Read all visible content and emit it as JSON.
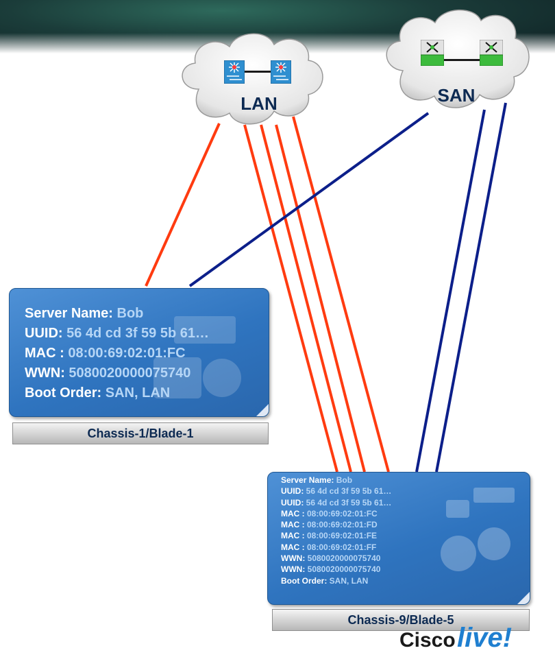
{
  "clouds": {
    "lan": {
      "label": "LAN"
    },
    "san": {
      "label": "SAN"
    }
  },
  "server1": {
    "location": "Chassis-1/Blade-1",
    "rows": [
      {
        "key": "Server Name:",
        "value": " Bob"
      },
      {
        "key": "UUID:",
        "value": " 56 4d cd 3f 59 5b 61…"
      },
      {
        "key": "MAC :",
        "value": " 08:00:69:02:01:FC"
      },
      {
        "key": "WWN:",
        "value": " 5080020000075740"
      },
      {
        "key": "Boot Order:",
        "value": " SAN, LAN"
      }
    ]
  },
  "server2": {
    "location": "Chassis-9/Blade-5",
    "rows": [
      {
        "key": "Server Name:",
        "value": " Bob"
      },
      {
        "key": "UUID:",
        "value": " 56 4d cd 3f 59 5b 61…"
      },
      {
        "key": "UUID:",
        "value": " 56 4d cd 3f 59 5b 61…"
      },
      {
        "key": "MAC :",
        "value": " 08:00:69:02:01:FC"
      },
      {
        "key": "MAC :",
        "value": " 08:00:69:02:01:FD"
      },
      {
        "key": "MAC :",
        "value": " 08:00:69:02:01:FE"
      },
      {
        "key": "MAC :",
        "value": " 08:00:69:02:01:FF"
      },
      {
        "key": "WWN:",
        "value": " 5080020000075740"
      },
      {
        "key": "WWN:",
        "value": " 5080020000075740"
      },
      {
        "key": "Boot Order:",
        "value": " SAN, LAN"
      }
    ]
  },
  "logo": {
    "word": "Cisco",
    "suffix": "live!"
  },
  "colors": {
    "lan_link": "#ff3b10",
    "san_link": "#0c1f8a",
    "card": "#3b80cc",
    "cloud_label": "#0d2a52"
  }
}
